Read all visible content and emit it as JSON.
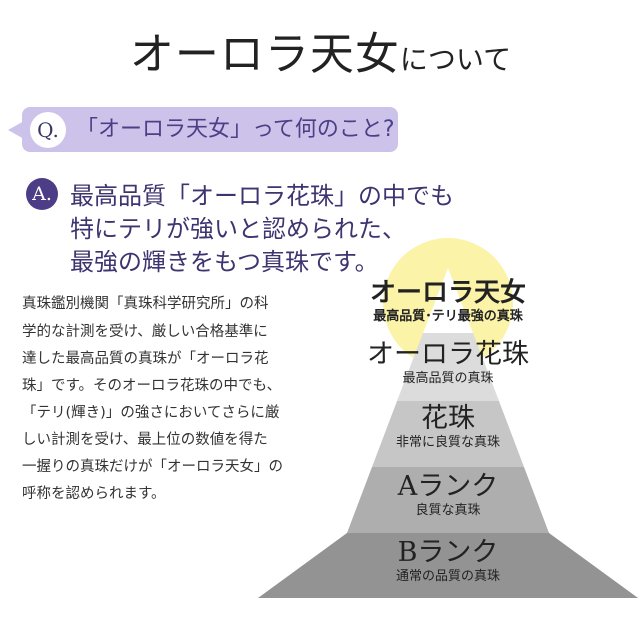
{
  "title": {
    "main": "オーロラ天女",
    "suffix": "について"
  },
  "question": {
    "marker": "Q.",
    "text": "「オーロラ天女」って何のこと?"
  },
  "answer": {
    "marker": "A.",
    "lines": [
      "最高品質「オーロラ花珠」の中でも",
      "特にテリが強いと認められた、",
      "最強の輝きをもつ真珠です。"
    ]
  },
  "description": {
    "lines": [
      "真珠鑑別機関「真珠科学研究所」の科",
      "学的な計測を受け、厳しい合格基準に",
      "達した最高品質の真珠が「オーロラ花",
      "珠」です。そのオーロラ花珠の中でも、",
      "「テリ(輝き)」の強さにおいてさらに厳",
      "しい計測を受け、最上位の数値を得た",
      "一握りの真珠だけが「オーロラ天女」の",
      "呼称を認められます。"
    ]
  },
  "pyramid": {
    "tiers": [
      {
        "name": "オーロラ天女",
        "desc": "最高品質･テリ最強の真珠"
      },
      {
        "name": "オーロラ花珠",
        "desc": "最高品質の真珠"
      },
      {
        "name": "花珠",
        "desc": "非常に良質な真珠"
      },
      {
        "name": "Aランク",
        "desc": "良質な真珠"
      },
      {
        "name": "Bランク",
        "desc": "通常の品質の真珠"
      }
    ],
    "colors": {
      "glow": "#fbf3a8",
      "tier1": "#dcdcdc",
      "tier2": "#c6c6c6",
      "tier3": "#aeaeae",
      "tier4": "#939393"
    }
  }
}
